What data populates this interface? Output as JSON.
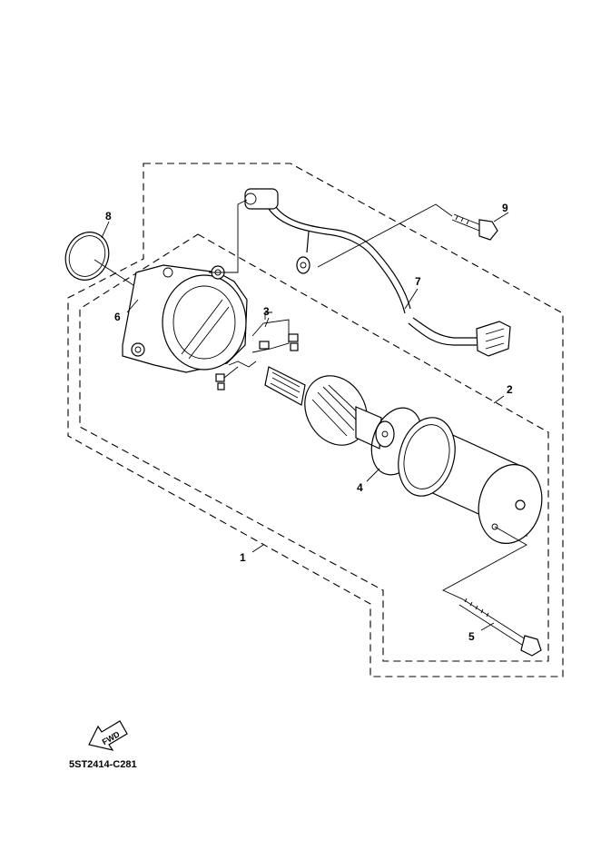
{
  "diagram": {
    "callouts": [
      {
        "id": "1",
        "label": "1"
      },
      {
        "id": "2",
        "label": "2"
      },
      {
        "id": "3",
        "label": "3"
      },
      {
        "id": "4",
        "label": "4"
      },
      {
        "id": "5",
        "label": "5"
      },
      {
        "id": "6",
        "label": "6"
      },
      {
        "id": "7",
        "label": "7"
      },
      {
        "id": "8",
        "label": "8"
      },
      {
        "id": "9",
        "label": "9"
      }
    ],
    "fwd_label": "FWD",
    "drawing_code": "5ST2414-C281"
  }
}
